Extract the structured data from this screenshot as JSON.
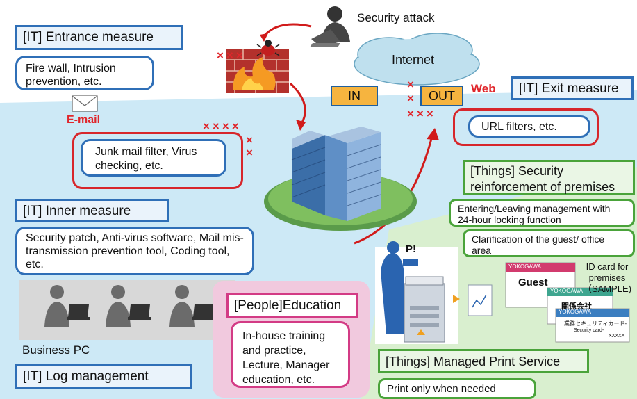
{
  "top": {
    "security_attack": "Security attack",
    "internet": "Internet",
    "in_tag": "IN",
    "out_tag": "OUT",
    "web_label": "Web",
    "email_label": "E-mail"
  },
  "it_entrance": {
    "title": "[IT] Entrance measure",
    "body": "Fire wall, Intrusion prevention, etc."
  },
  "junk_mail": {
    "body": "Junk mail filter, Virus checking, etc."
  },
  "it_exit": {
    "title": "[IT] Exit measure",
    "body": "URL filters, etc."
  },
  "things_security": {
    "title": "[Things] Security reinforcement of premises",
    "item1": "Entering/Leaving management with 24-hour locking function",
    "item2": "Clarification of the guest/ office area"
  },
  "it_inner": {
    "title": "[IT] Inner measure",
    "body": "Security patch, Anti-virus software, Mail mis-transmission prevention tool, Coding tool, etc."
  },
  "id_card": {
    "caption": "ID card for premises （SAMPLE)",
    "brand": "YOKOGAWA",
    "guest": "Guest",
    "card2_text": "関係会社",
    "card3_text": "業務セキュリティカード-",
    "card3_sub": "Security card-",
    "card3_num": "XXXXX"
  },
  "people": {
    "title": "[People]Education",
    "body": "In-house training and practice, Lecture, Manager education, etc."
  },
  "business_pc": "Business PC",
  "log": {
    "title": "[IT] Log management"
  },
  "print": {
    "title": "[Things] Managed Print Service",
    "body": "Print only when needed",
    "p_label": "P!"
  },
  "colors": {
    "light_blue_bg": "#cde9f6",
    "light_green_bg": "#d9efcf",
    "it_blue": "#2f6fb7",
    "alert_red": "#e0262b",
    "things_green": "#4aa33a",
    "people_pink": "#d33b85",
    "tag_orange": "#f6b43f"
  }
}
